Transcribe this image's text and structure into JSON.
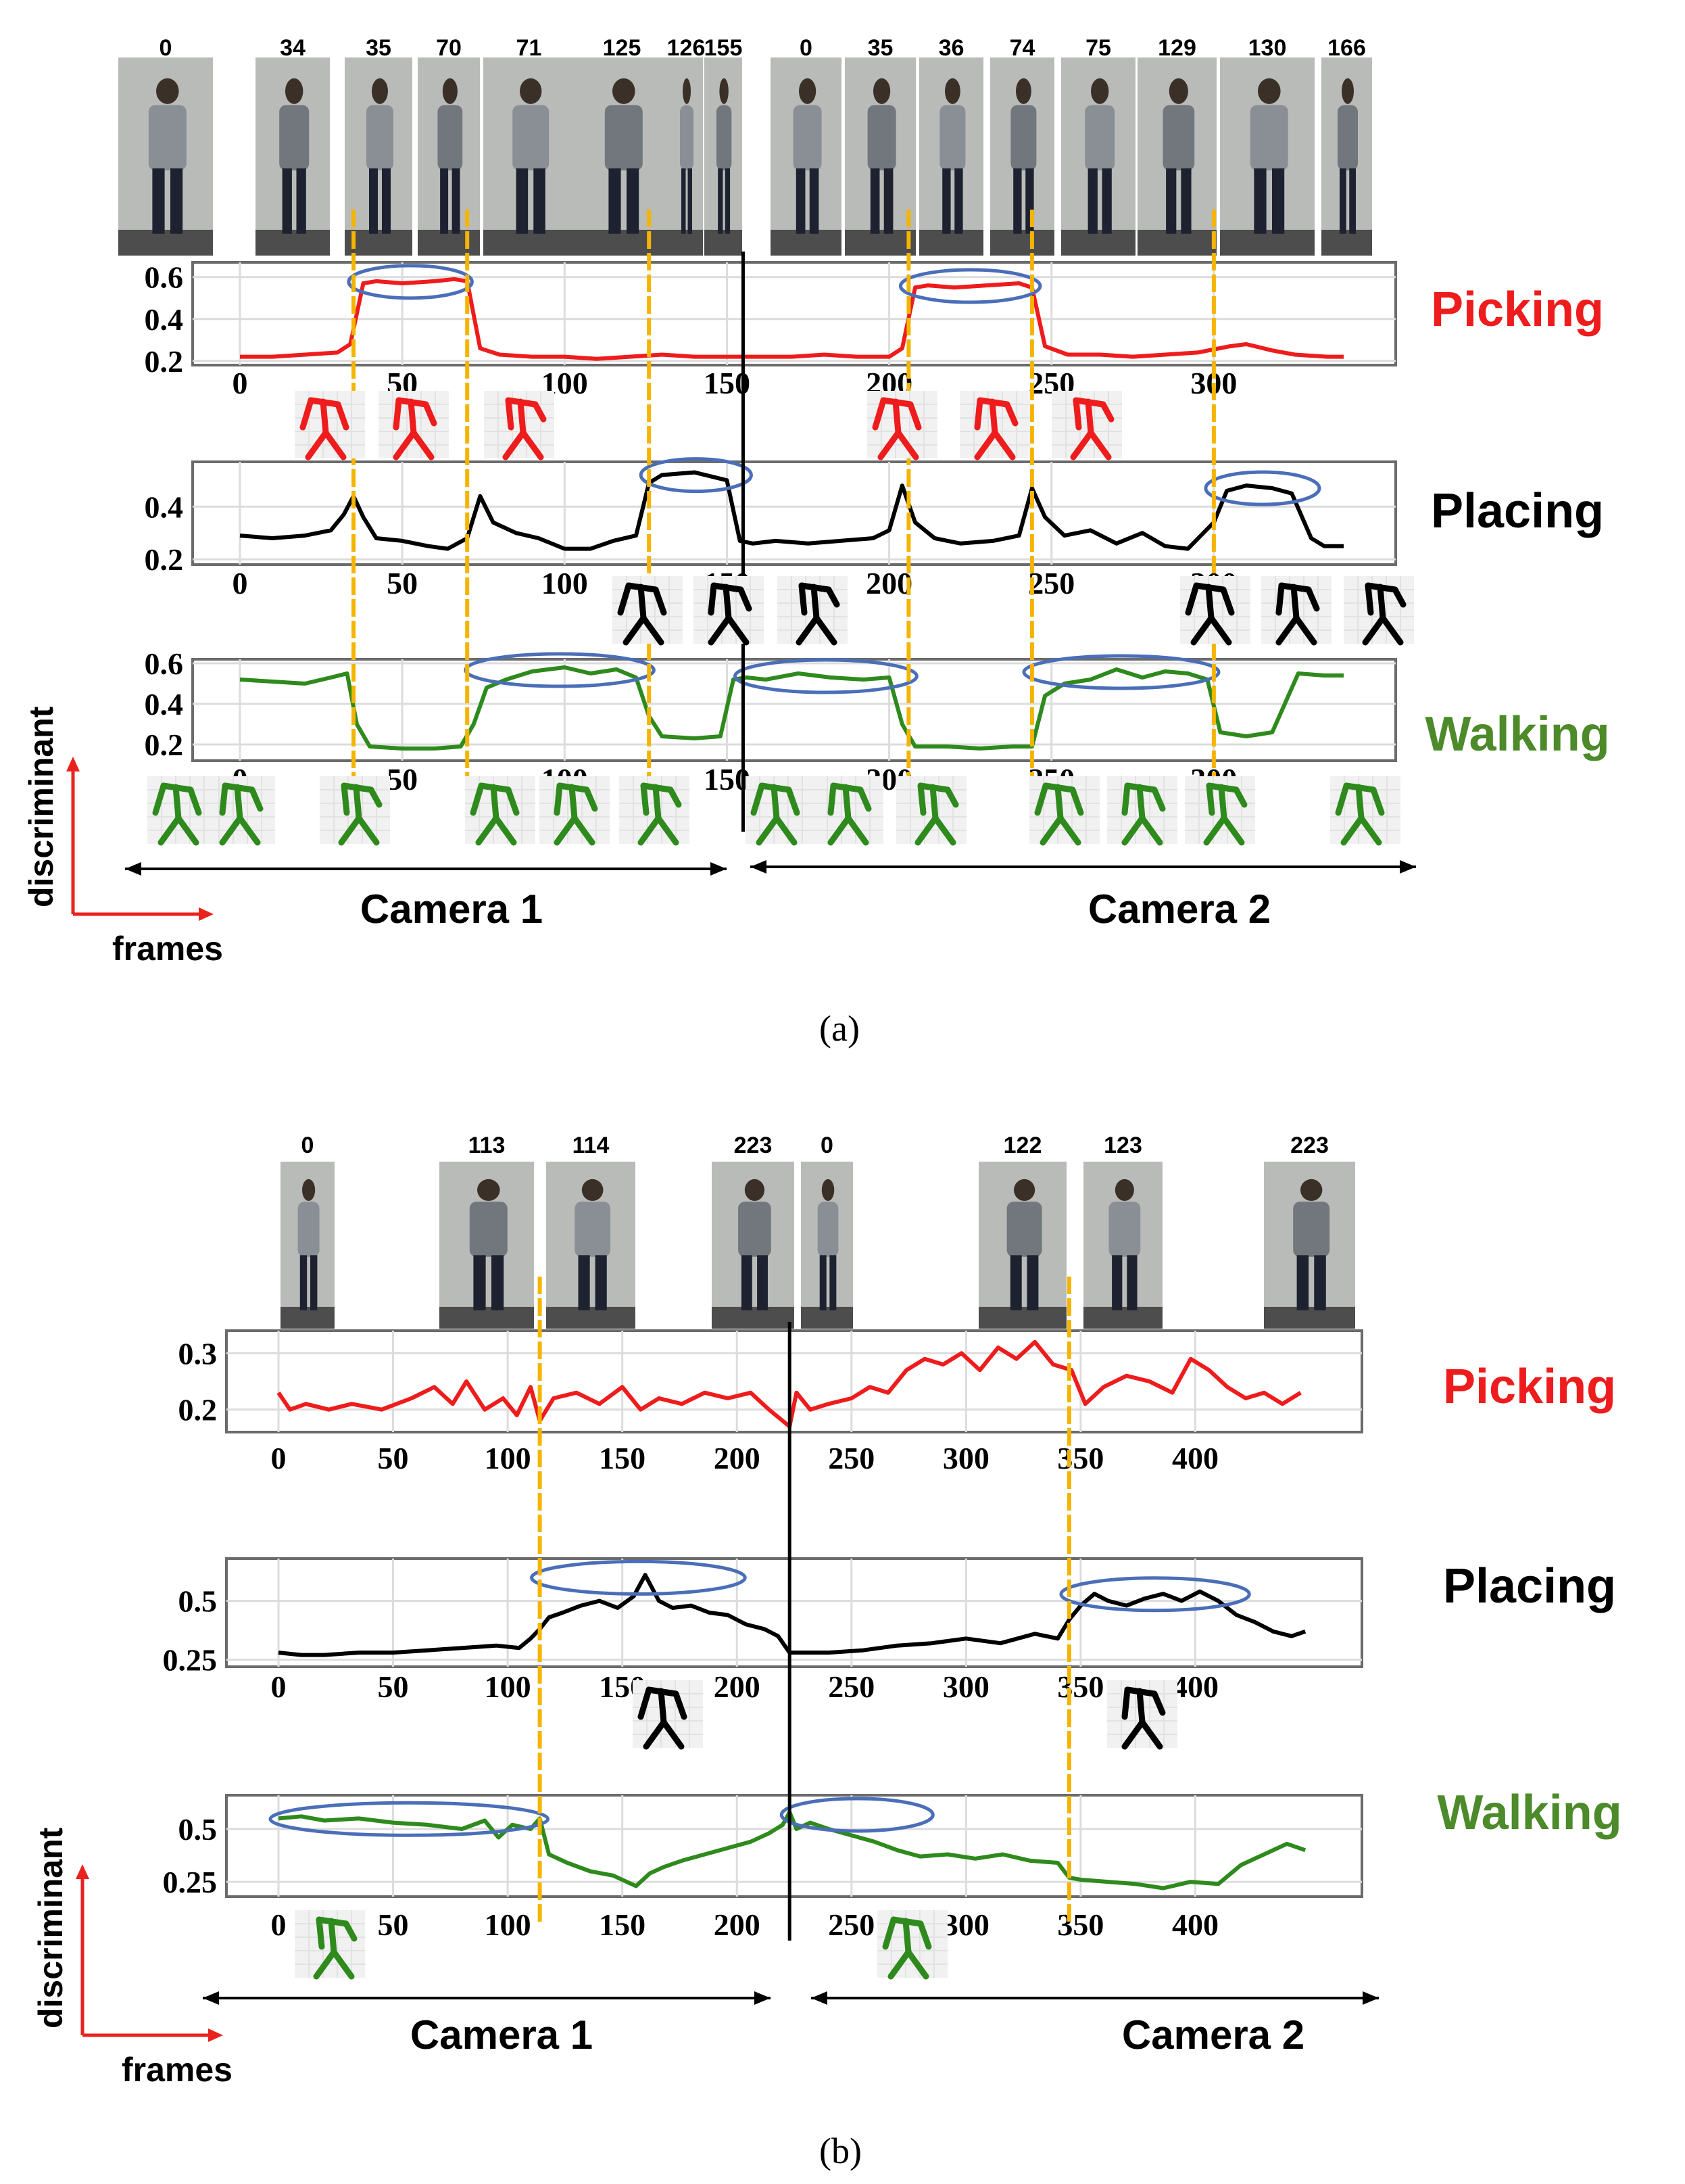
{
  "colors": {
    "picking": "#ee1c1c",
    "placing": "#000000",
    "walking": "#2e8a1c",
    "walking_label": "#4c8a2a",
    "marker": "#f4b400",
    "ellipse": "#4a6eb8",
    "frame_axis_arrow": "#e8231e"
  },
  "axis_indicator": {
    "y_label": "discriminant",
    "x_label": "frames"
  },
  "panels": [
    {
      "id": "a",
      "caption": "(a)",
      "camera_labels": [
        "Camera 1",
        "Camera 2"
      ],
      "thumbnail_frames": [
        "0",
        "34",
        "35",
        "70",
        "71",
        "125",
        "126",
        "155",
        "0",
        "35",
        "36",
        "74",
        "75",
        "129",
        "130",
        "166"
      ],
      "marker_frames": [
        35,
        70,
        126,
        206,
        244,
        300
      ],
      "camera_split_frame": 155,
      "skeleton_icons": [
        "pose-icon"
      ],
      "circled_segments": {
        "picking": [
          [
            36,
            69
          ],
          [
            206,
            244
          ]
        ],
        "placing": [
          [
            126,
            155
          ],
          [
            300,
            330
          ]
        ],
        "walking": [
          [
            72,
            125
          ],
          [
            155,
            206
          ],
          [
            244,
            299
          ]
        ]
      }
    },
    {
      "id": "b",
      "caption": "(b)",
      "camera_labels": [
        "Camera 1",
        "Camera 2"
      ],
      "thumbnail_frames": [
        "0",
        "113",
        "114",
        "223",
        "0",
        "122",
        "123",
        "223"
      ],
      "marker_frames": [
        114,
        345
      ],
      "camera_split_frame": 223,
      "skeleton_icons": [
        "pose-icon"
      ],
      "circled_segments": {
        "placing": [
          [
            114,
            200
          ],
          [
            345,
            420
          ]
        ],
        "walking": [
          [
            0,
            114
          ],
          [
            223,
            282
          ]
        ]
      }
    }
  ],
  "chart_data": [
    {
      "panel": "a",
      "type": "line",
      "name": "Picking",
      "title": "Picking",
      "xlabel": "frames",
      "ylabel": "discriminant",
      "xlim": [
        0,
        340
      ],
      "ylim": [
        0.18,
        0.67
      ],
      "xticks": [
        0,
        50,
        100,
        150,
        200,
        250,
        300
      ],
      "yticks": [
        0.2,
        0.4,
        0.6
      ],
      "grid": true,
      "x": [
        0,
        10,
        20,
        30,
        34,
        38,
        42,
        50,
        60,
        66,
        70,
        74,
        80,
        90,
        100,
        110,
        120,
        130,
        140,
        150,
        160,
        170,
        180,
        190,
        200,
        204,
        208,
        212,
        220,
        230,
        240,
        244,
        248,
        255,
        265,
        275,
        285,
        295,
        305,
        310,
        318,
        325,
        335,
        340
      ],
      "values": [
        0.22,
        0.22,
        0.23,
        0.24,
        0.28,
        0.57,
        0.58,
        0.57,
        0.58,
        0.59,
        0.58,
        0.26,
        0.23,
        0.22,
        0.22,
        0.21,
        0.22,
        0.23,
        0.22,
        0.22,
        0.22,
        0.22,
        0.23,
        0.22,
        0.22,
        0.26,
        0.55,
        0.56,
        0.55,
        0.56,
        0.57,
        0.55,
        0.27,
        0.23,
        0.23,
        0.22,
        0.23,
        0.24,
        0.27,
        0.28,
        0.25,
        0.23,
        0.22,
        0.22
      ]
    },
    {
      "panel": "a",
      "type": "line",
      "name": "Placing",
      "title": "Placing",
      "xlabel": "frames",
      "ylabel": "discriminant",
      "xlim": [
        0,
        340
      ],
      "ylim": [
        0.18,
        0.57
      ],
      "xticks": [
        0,
        50,
        100,
        150,
        200,
        250,
        300
      ],
      "yticks": [
        0.2,
        0.4
      ],
      "grid": true,
      "x": [
        0,
        10,
        20,
        28,
        32,
        35,
        38,
        42,
        50,
        58,
        64,
        70,
        74,
        78,
        85,
        92,
        100,
        108,
        115,
        122,
        126,
        130,
        140,
        150,
        154,
        158,
        165,
        175,
        185,
        195,
        200,
        204,
        208,
        214,
        222,
        232,
        240,
        244,
        248,
        254,
        262,
        270,
        278,
        285,
        292,
        300,
        304,
        310,
        318,
        324,
        330,
        334,
        340
      ],
      "values": [
        0.29,
        0.28,
        0.29,
        0.31,
        0.37,
        0.44,
        0.36,
        0.28,
        0.27,
        0.25,
        0.24,
        0.28,
        0.44,
        0.34,
        0.3,
        0.28,
        0.24,
        0.24,
        0.27,
        0.29,
        0.49,
        0.52,
        0.53,
        0.5,
        0.27,
        0.26,
        0.27,
        0.26,
        0.27,
        0.28,
        0.31,
        0.48,
        0.34,
        0.28,
        0.26,
        0.27,
        0.29,
        0.47,
        0.36,
        0.29,
        0.31,
        0.26,
        0.3,
        0.25,
        0.24,
        0.34,
        0.46,
        0.48,
        0.47,
        0.45,
        0.28,
        0.25,
        0.25
      ]
    },
    {
      "panel": "a",
      "type": "line",
      "name": "Walking",
      "title": "Walking",
      "xlabel": "frames",
      "ylabel": "discriminant",
      "xlim": [
        0,
        340
      ],
      "ylim": [
        0.12,
        0.62
      ],
      "xticks": [
        0,
        50,
        100,
        150,
        200,
        250,
        300
      ],
      "yticks": [
        0.2,
        0.4,
        0.6
      ],
      "grid": true,
      "x": [
        0,
        10,
        20,
        28,
        33,
        36,
        40,
        50,
        60,
        68,
        72,
        76,
        82,
        90,
        100,
        108,
        116,
        122,
        126,
        130,
        140,
        148,
        152,
        156,
        162,
        172,
        182,
        192,
        200,
        204,
        208,
        218,
        228,
        238,
        244,
        248,
        254,
        262,
        270,
        278,
        285,
        292,
        298,
        302,
        310,
        318,
        326,
        334,
        340
      ],
      "values": [
        0.52,
        0.51,
        0.5,
        0.53,
        0.55,
        0.3,
        0.19,
        0.18,
        0.18,
        0.19,
        0.3,
        0.48,
        0.52,
        0.56,
        0.58,
        0.55,
        0.57,
        0.53,
        0.34,
        0.24,
        0.23,
        0.24,
        0.52,
        0.53,
        0.52,
        0.55,
        0.53,
        0.52,
        0.53,
        0.3,
        0.19,
        0.19,
        0.18,
        0.19,
        0.19,
        0.44,
        0.5,
        0.52,
        0.57,
        0.53,
        0.56,
        0.55,
        0.52,
        0.26,
        0.24,
        0.26,
        0.55,
        0.54,
        0.54
      ]
    },
    {
      "panel": "b",
      "type": "line",
      "name": "Picking",
      "title": "Picking",
      "xlabel": "frames",
      "ylabel": "discriminant",
      "xlim": [
        0,
        450
      ],
      "ylim": [
        0.16,
        0.34
      ],
      "xticks": [
        0,
        50,
        100,
        150,
        200,
        250,
        300,
        350,
        400
      ],
      "yticks": [
        0.2,
        0.3
      ],
      "grid": true,
      "x": [
        0,
        5,
        12,
        22,
        32,
        45,
        58,
        68,
        76,
        82,
        90,
        98,
        104,
        110,
        114,
        120,
        130,
        140,
        150,
        158,
        166,
        176,
        186,
        196,
        206,
        214,
        220,
        223,
        226,
        232,
        240,
        250,
        258,
        266,
        274,
        282,
        290,
        298,
        306,
        314,
        322,
        330,
        338,
        346,
        352,
        360,
        370,
        380,
        390,
        398,
        406,
        414,
        422,
        430,
        438,
        446
      ],
      "values": [
        0.23,
        0.2,
        0.21,
        0.2,
        0.21,
        0.2,
        0.22,
        0.24,
        0.21,
        0.25,
        0.2,
        0.22,
        0.19,
        0.24,
        0.18,
        0.22,
        0.23,
        0.21,
        0.24,
        0.2,
        0.22,
        0.21,
        0.23,
        0.22,
        0.23,
        0.2,
        0.18,
        0.17,
        0.23,
        0.2,
        0.21,
        0.22,
        0.24,
        0.23,
        0.27,
        0.29,
        0.28,
        0.3,
        0.27,
        0.31,
        0.29,
        0.32,
        0.28,
        0.27,
        0.21,
        0.24,
        0.26,
        0.25,
        0.23,
        0.29,
        0.27,
        0.24,
        0.22,
        0.23,
        0.21,
        0.23
      ]
    },
    {
      "panel": "b",
      "type": "line",
      "name": "Placing",
      "title": "Placing",
      "xlabel": "frames",
      "ylabel": "discriminant",
      "xlim": [
        0,
        450
      ],
      "ylim": [
        0.22,
        0.68
      ],
      "xticks": [
        0,
        50,
        100,
        150,
        200,
        250,
        300,
        350,
        400
      ],
      "yticks": [
        0.25,
        0.5
      ],
      "grid": true,
      "x": [
        0,
        10,
        20,
        35,
        50,
        65,
        80,
        95,
        105,
        110,
        114,
        118,
        124,
        132,
        140,
        148,
        155,
        160,
        166,
        172,
        180,
        188,
        196,
        204,
        212,
        218,
        223,
        228,
        240,
        255,
        270,
        285,
        300,
        315,
        330,
        340,
        345,
        350,
        356,
        362,
        370,
        378,
        386,
        394,
        402,
        410,
        418,
        426,
        434,
        442,
        448
      ],
      "values": [
        0.28,
        0.27,
        0.27,
        0.28,
        0.28,
        0.29,
        0.3,
        0.31,
        0.3,
        0.34,
        0.38,
        0.43,
        0.45,
        0.48,
        0.5,
        0.47,
        0.52,
        0.61,
        0.5,
        0.47,
        0.48,
        0.45,
        0.44,
        0.4,
        0.38,
        0.35,
        0.28,
        0.28,
        0.28,
        0.29,
        0.31,
        0.32,
        0.34,
        0.32,
        0.36,
        0.34,
        0.42,
        0.48,
        0.53,
        0.5,
        0.48,
        0.51,
        0.53,
        0.5,
        0.54,
        0.5,
        0.44,
        0.41,
        0.37,
        0.35,
        0.37
      ]
    },
    {
      "panel": "b",
      "type": "line",
      "name": "Walking",
      "title": "Walking",
      "xlabel": "frames",
      "ylabel": "discriminant",
      "xlim": [
        0,
        450
      ],
      "ylim": [
        0.18,
        0.66
      ],
      "xticks": [
        0,
        50,
        100,
        150,
        200,
        250,
        300,
        350,
        400
      ],
      "yticks": [
        0.25,
        0.5
      ],
      "grid": true,
      "x": [
        0,
        10,
        20,
        35,
        50,
        65,
        80,
        90,
        96,
        102,
        110,
        114,
        118,
        126,
        136,
        146,
        156,
        162,
        168,
        176,
        186,
        196,
        206,
        214,
        220,
        223,
        226,
        232,
        240,
        250,
        260,
        270,
        280,
        292,
        304,
        316,
        328,
        340,
        345,
        350,
        362,
        374,
        386,
        398,
        410,
        420,
        430,
        440,
        448
      ],
      "values": [
        0.55,
        0.56,
        0.54,
        0.55,
        0.53,
        0.52,
        0.5,
        0.54,
        0.46,
        0.52,
        0.5,
        0.55,
        0.38,
        0.34,
        0.3,
        0.28,
        0.23,
        0.29,
        0.32,
        0.35,
        0.38,
        0.41,
        0.44,
        0.48,
        0.52,
        0.58,
        0.5,
        0.53,
        0.5,
        0.47,
        0.44,
        0.4,
        0.37,
        0.38,
        0.36,
        0.38,
        0.35,
        0.34,
        0.27,
        0.26,
        0.25,
        0.24,
        0.22,
        0.25,
        0.24,
        0.33,
        0.38,
        0.43,
        0.4
      ]
    }
  ]
}
